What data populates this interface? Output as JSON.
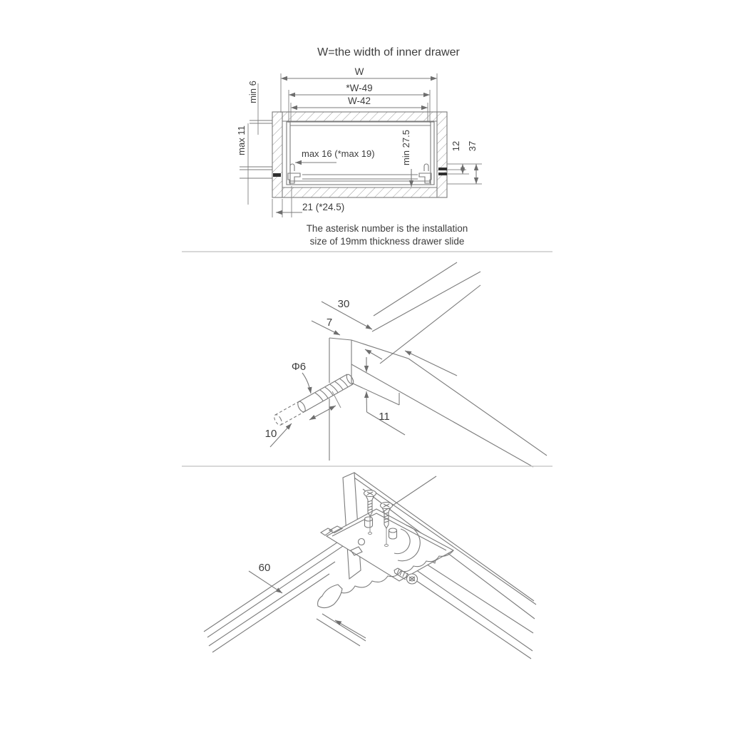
{
  "colors": {
    "background": "#ffffff",
    "drawing_line": "#7b7b7b",
    "text": "#3d3d3d",
    "divider": "#cccccc",
    "solid_mark": "#2f2f2f"
  },
  "top_panel": {
    "title": "W=the width of inner drawer",
    "dims": {
      "w": "W",
      "w_minus_49": "*W-49",
      "w_minus_42": "W-42",
      "min_6": "min 6",
      "max_11": "max 11",
      "max_16": "max 16 (*max 19)",
      "min_27_5": "min 27.5",
      "d12": "12",
      "d37": "37",
      "d21": "21 (*24.5)"
    },
    "note_line1": "The asterisk number is the installation",
    "note_line2": "size of 19mm thickness drawer slide"
  },
  "middle_panel": {
    "dims": {
      "d30": "30",
      "d7": "7",
      "dia6": "Φ6",
      "d11": "11",
      "d10": "10"
    }
  },
  "bottom_panel": {
    "dims": {
      "d60": "60"
    }
  }
}
